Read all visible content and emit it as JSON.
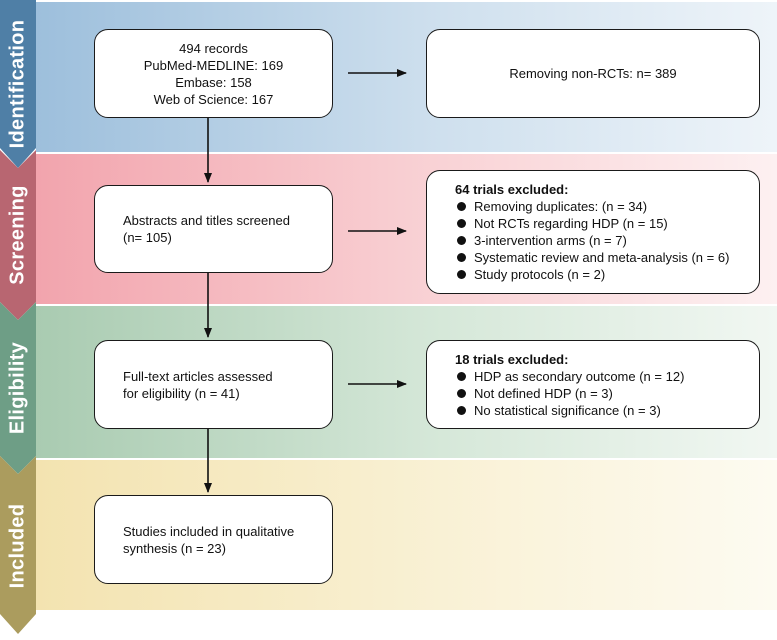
{
  "phases": {
    "identification": "Identification",
    "screening": "Screening",
    "eligibility": "Eligibility",
    "included": "Included"
  },
  "records_box": {
    "line1": "494 records",
    "line2": "PubMed-MEDLINE: 169",
    "line3": "Embase: 158",
    "line4": "Web of Science: 167"
  },
  "removing_box": {
    "text": "Removing non-RCTs: n= 389"
  },
  "screened_box": {
    "line1": "Abstracts and titles screened",
    "line2": "(n= 105)"
  },
  "excluded_screening": {
    "title": "64 trials excluded:",
    "items": [
      "Removing duplicates: (n = 34)",
      "Not RCTs regarding HDP (n = 15)",
      "3-intervention arms (n = 7)",
      "Systematic review and meta-analysis (n = 6)",
      "Study protocols (n = 2)"
    ]
  },
  "fulltext_box": {
    "line1": "Full-text articles assessed",
    "line2": "for eligibility (n = 41)"
  },
  "excluded_eligibility": {
    "title": "18 trials excluded:",
    "items": [
      "HDP as secondary outcome (n = 12)",
      "Not defined HDP (n = 3)",
      "No statistical significance (n = 3)"
    ]
  },
  "included_box": {
    "line1": "Studies included in qualitative",
    "line2": "synthesis (n = 23)"
  }
}
